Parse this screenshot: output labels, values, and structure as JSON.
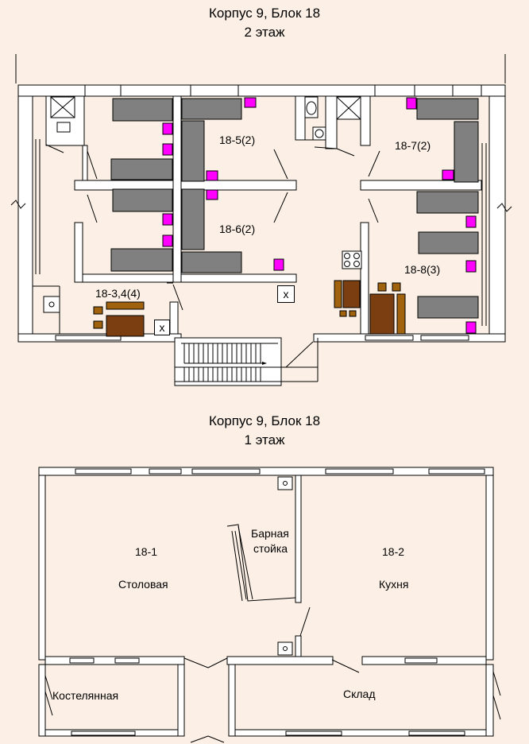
{
  "floor2": {
    "title_line1": "Корпус 9, Блок 18",
    "title_line2": "2 этаж",
    "rooms": {
      "r18_5": "18-5(2)",
      "r18_6": "18-6(2)",
      "r18_7": "18-7(2)",
      "r18_8": "18-8(3)",
      "r18_34": "18-3,4(4)"
    },
    "trash_mark": "x"
  },
  "floor1": {
    "title_line1": "Корпус 9, Блок 18",
    "title_line2": "1 этаж",
    "room_18_1_number": "18-1",
    "room_18_1_name": "Столовая",
    "room_18_2_number": "18-2",
    "room_18_2_name": "Кухня",
    "bar_line1": "Барная",
    "bar_line2": "стойка",
    "linen_room": "Костелянная",
    "storage": "Склад"
  },
  "colors": {
    "background": "#fcf0e6",
    "bed": "#808080",
    "nightstand": "#ff00ff",
    "table": "#7a3e10",
    "chair": "#a0620c"
  }
}
